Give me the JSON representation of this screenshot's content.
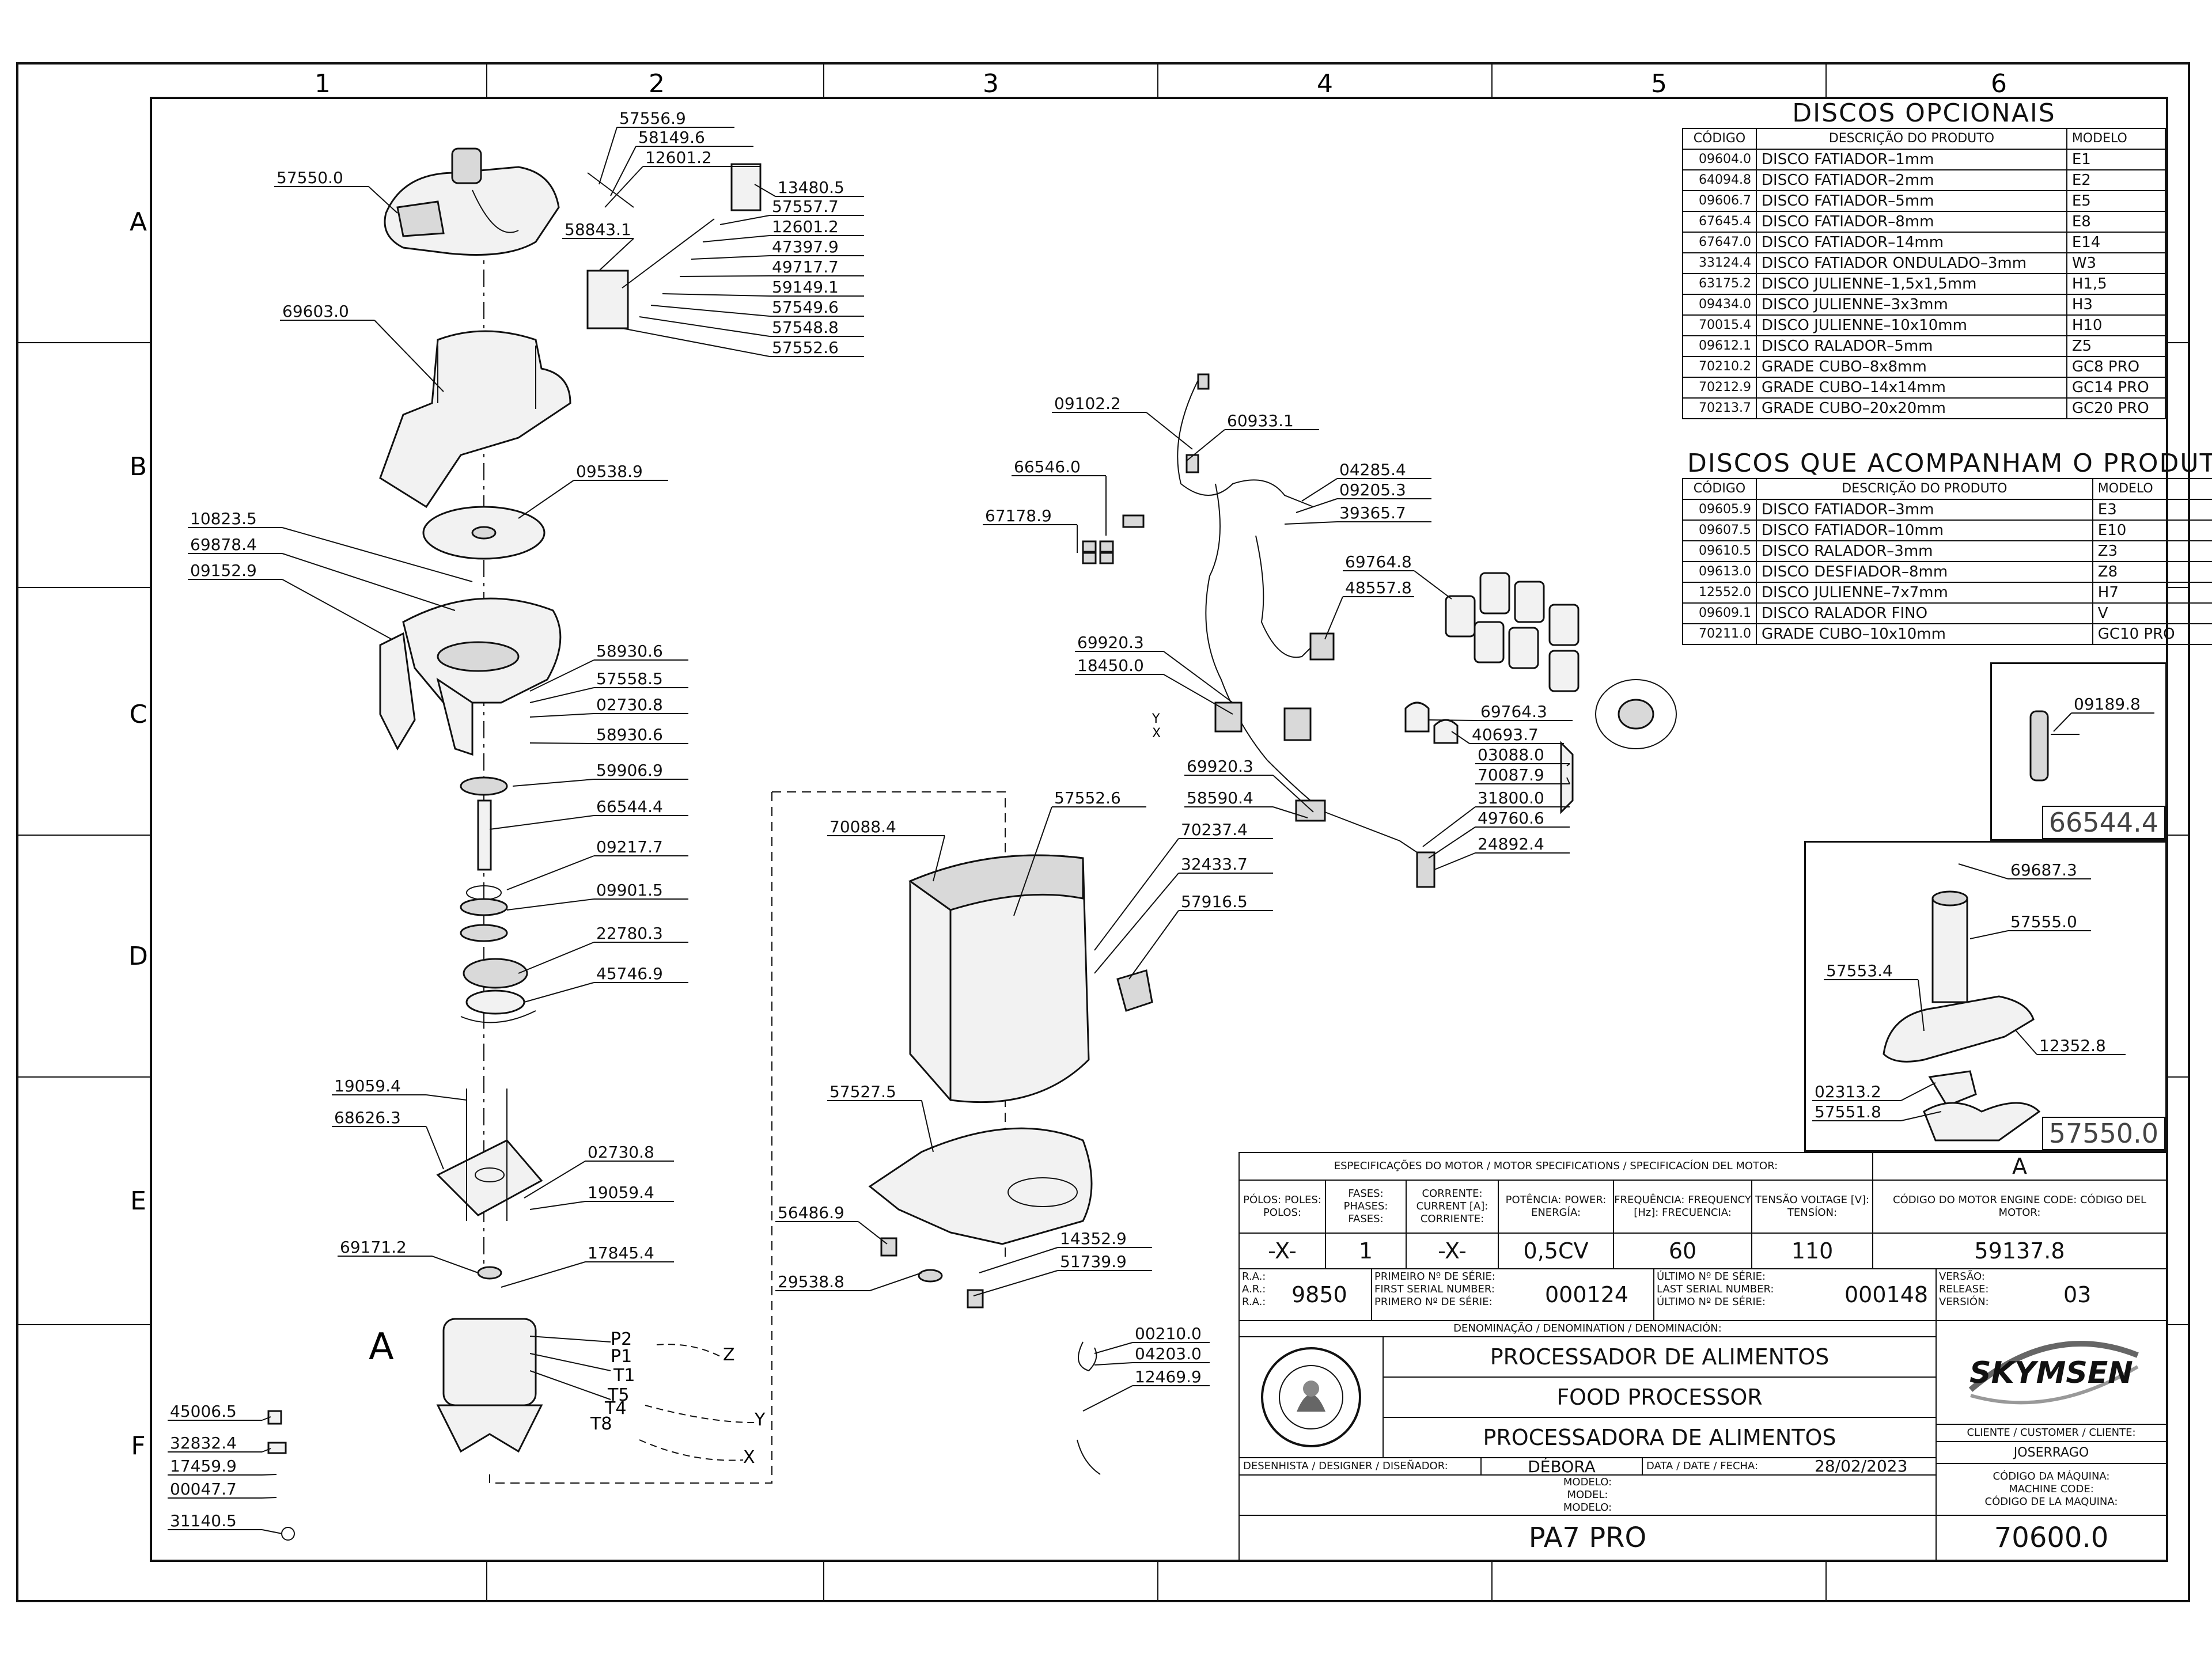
{
  "grid": {
    "columns": [
      "1",
      "2",
      "3",
      "4",
      "5",
      "6"
    ],
    "rows": [
      "A",
      "B",
      "C",
      "D",
      "E",
      "F"
    ]
  },
  "callouts": [
    {
      "code": "57556.9"
    },
    {
      "code": "58149.6"
    },
    {
      "code": "12601.2"
    },
    {
      "code": "13480.5"
    },
    {
      "code": "57557.7"
    },
    {
      "code": "12601.2"
    },
    {
      "code": "47397.9"
    },
    {
      "code": "49717.7"
    },
    {
      "code": "59149.1"
    },
    {
      "code": "57549.6"
    },
    {
      "code": "57548.8"
    },
    {
      "code": "57552.6"
    },
    {
      "code": "58843.1"
    },
    {
      "code": "57550.0"
    },
    {
      "code": "69603.0"
    },
    {
      "code": "09538.9"
    },
    {
      "code": "10823.5"
    },
    {
      "code": "69878.4"
    },
    {
      "code": "09152.9"
    },
    {
      "code": "58930.6"
    },
    {
      "code": "57558.5"
    },
    {
      "code": "02730.8"
    },
    {
      "code": "58930.6"
    },
    {
      "code": "59906.9"
    },
    {
      "code": "66544.4"
    },
    {
      "code": "09217.7"
    },
    {
      "code": "09901.5"
    },
    {
      "code": "22780.3"
    },
    {
      "code": "45746.9"
    },
    {
      "code": "19059.4"
    },
    {
      "code": "68626.3"
    },
    {
      "code": "02730.8"
    },
    {
      "code": "19059.4"
    },
    {
      "code": "69171.2"
    },
    {
      "code": "17845.4"
    },
    {
      "code": "45006.5"
    },
    {
      "code": "32832.4"
    },
    {
      "code": "17459.9"
    },
    {
      "code": "00047.7"
    },
    {
      "code": "31140.5"
    },
    {
      "code": "70088.4"
    },
    {
      "code": "57552.6"
    },
    {
      "code": "70237.4"
    },
    {
      "code": "32433.7"
    },
    {
      "code": "57916.5"
    },
    {
      "code": "57527.5"
    },
    {
      "code": "56486.9"
    },
    {
      "code": "29538.8"
    },
    {
      "code": "14352.9"
    },
    {
      "code": "51739.9"
    },
    {
      "code": "00210.0"
    },
    {
      "code": "04203.0"
    },
    {
      "code": "12469.9"
    },
    {
      "code": "09102.2"
    },
    {
      "code": "60933.1"
    },
    {
      "code": "66546.0"
    },
    {
      "code": "67178.9"
    },
    {
      "code": "04285.4"
    },
    {
      "code": "09205.3"
    },
    {
      "code": "39365.7"
    },
    {
      "code": "69764.8"
    },
    {
      "code": "48557.8"
    },
    {
      "code": "69920.3"
    },
    {
      "code": "18450.0"
    },
    {
      "code": "69764.3"
    },
    {
      "code": "40693.7"
    },
    {
      "code": "03088.0"
    },
    {
      "code": "70087.9"
    },
    {
      "code": "31800.0"
    },
    {
      "code": "49760.6"
    },
    {
      "code": "24892.4"
    },
    {
      "code": "69920.3"
    },
    {
      "code": "58590.4"
    },
    {
      "code": "09189.8"
    },
    {
      "code": "69687.3"
    },
    {
      "code": "57555.0"
    },
    {
      "code": "57553.4"
    },
    {
      "code": "12352.8"
    },
    {
      "code": "02313.2"
    },
    {
      "code": "57551.8"
    }
  ],
  "symbols": [
    "A",
    "P2",
    "P1",
    "T1",
    "T5",
    "T4",
    "T8",
    "Z",
    "Y",
    "X",
    "Y",
    "X"
  ],
  "insets": [
    "66544.4",
    "57550.0"
  ],
  "optional_discs": {
    "title": "DISCOS  OPCIONAIS",
    "headers": [
      "CÓDIGO",
      "DESCRIÇÃO  DO  PRODUTO",
      "MODELO"
    ],
    "rows": [
      [
        "09604.0",
        "DISCO  FATIADOR–1mm",
        "E1"
      ],
      [
        "64094.8",
        "DISCO  FATIADOR–2mm",
        "E2"
      ],
      [
        "09606.7",
        "DISCO  FATIADOR–5mm",
        "E5"
      ],
      [
        "67645.4",
        "DISCO  FATIADOR–8mm",
        "E8"
      ],
      [
        "67647.0",
        "DISCO  FATIADOR–14mm",
        "E14"
      ],
      [
        "33124.4",
        "DISCO  FATIADOR  ONDULADO–3mm",
        "W3"
      ],
      [
        "63175.2",
        "DISCO  JULIENNE–1,5x1,5mm",
        "H1,5"
      ],
      [
        "09434.0",
        "DISCO  JULIENNE–3x3mm",
        "H3"
      ],
      [
        "70015.4",
        "DISCO  JULIENNE–10x10mm",
        "H10"
      ],
      [
        "09612.1",
        "DISCO  RALADOR–5mm",
        "Z5"
      ],
      [
        "70210.2",
        "GRADE  CUBO–8x8mm",
        "GC8  PRO"
      ],
      [
        "70212.9",
        "GRADE  CUBO–14x14mm",
        "GC14  PRO"
      ],
      [
        "70213.7",
        "GRADE  CUBO–20x20mm",
        "GC20  PRO"
      ]
    ]
  },
  "included_discs": {
    "title": "DISCOS  QUE  ACOMPANHAM  O  PRODUTO",
    "headers": [
      "CÓDIGO",
      "DESCRIÇÃO  DO  PRODUTO",
      "MODELO"
    ],
    "rows": [
      [
        "09605.9",
        "DISCO  FATIADOR–3mm",
        "E3"
      ],
      [
        "09607.5",
        "DISCO  FATIADOR–10mm",
        "E10"
      ],
      [
        "09610.5",
        "DISCO  RALADOR–3mm",
        "Z3"
      ],
      [
        "09613.0",
        "DISCO  DESFIADOR–8mm",
        "Z8"
      ],
      [
        "12552.0",
        "DISCO  JULIENNE–7x7mm",
        "H7"
      ],
      [
        "09609.1",
        "DISCO  RALADOR  FINO",
        "V"
      ],
      [
        "70211.0",
        "GRADE  CUBO–10x10mm",
        "GC10  PRO"
      ]
    ]
  },
  "title_block": {
    "motor_specs_heading": "ESPECIFICAÇÕES DO MOTOR / MOTOR SPECIFICATIONS / SPECIFICACÍON DEL MOTOR:",
    "column_letter": "A",
    "headers": {
      "poles": "PÓLOS: POLES: POLOS:",
      "phases": "FASES: PHASES: FASES:",
      "current": "CORRENTE: CURRENT [A]: CORRIENTE:",
      "power": "POTÊNCIA: POWER: ENERGÍA:",
      "frequency": "FREQUÊNCIA: FREQUENCY [Hz]: FRECUENCIA:",
      "voltage": "TENSÃO VOLTAGE [V]: TENSÍON:",
      "motor_code": "CÓDIGO DO MOTOR ENGINE CODE: CÓDIGO DEL MOTOR:"
    },
    "values": {
      "poles": "-X-",
      "phases": "1",
      "current": "-X-",
      "power": "0,5CV",
      "frequency": "60",
      "voltage": "110",
      "motor_code": "59137.8"
    },
    "ra_label": "R.A.:\nA.R.:\nR.A.:",
    "ra": "9850",
    "first_serial_label": "PRIMEIRO Nº DE SÉRIE:\nFIRST SERIAL NUMBER:\nPRIMERO Nº DE SÉRIE:",
    "first_serial": "000124",
    "last_serial_label": "ÚLTIMO Nº DE SÉRIE:\nLAST SERIAL NUMBER:\nÚLTIMO Nº DE SÉRIE:",
    "last_serial": "000148",
    "version_label": "VERSÃO:\nRELEASE:\nVERSIÓN:",
    "version": "03",
    "denomination_heading": "DENOMINAÇÃO / DENOMINATION / DENOMINACIÓN:",
    "names": [
      "PROCESSADOR DE ALIMENTOS",
      "FOOD PROCESSOR",
      "PROCESSADORA DE ALIMENTOS"
    ],
    "brand": "SKYMSEN",
    "client_label": "CLIENTE / CUSTOMER / CLIENTE:",
    "client": "JOSERRAGO",
    "designer_label": "DESENHISTA / DESIGNER / DISEÑADOR:",
    "designer": "DÉBORA",
    "date_label": "DATA / DATE / FECHA:",
    "date": "28/02/2023",
    "model_label": "MODELO:\nMODEL:\nMODELO:",
    "machine_code_label": "CÓDIGO DA MÁQUINA:\nMACHINE CODE:\nCÓDIGO DE LA MAQUINA:",
    "model": "PA7 PRO",
    "machine_code": "70600.0"
  }
}
